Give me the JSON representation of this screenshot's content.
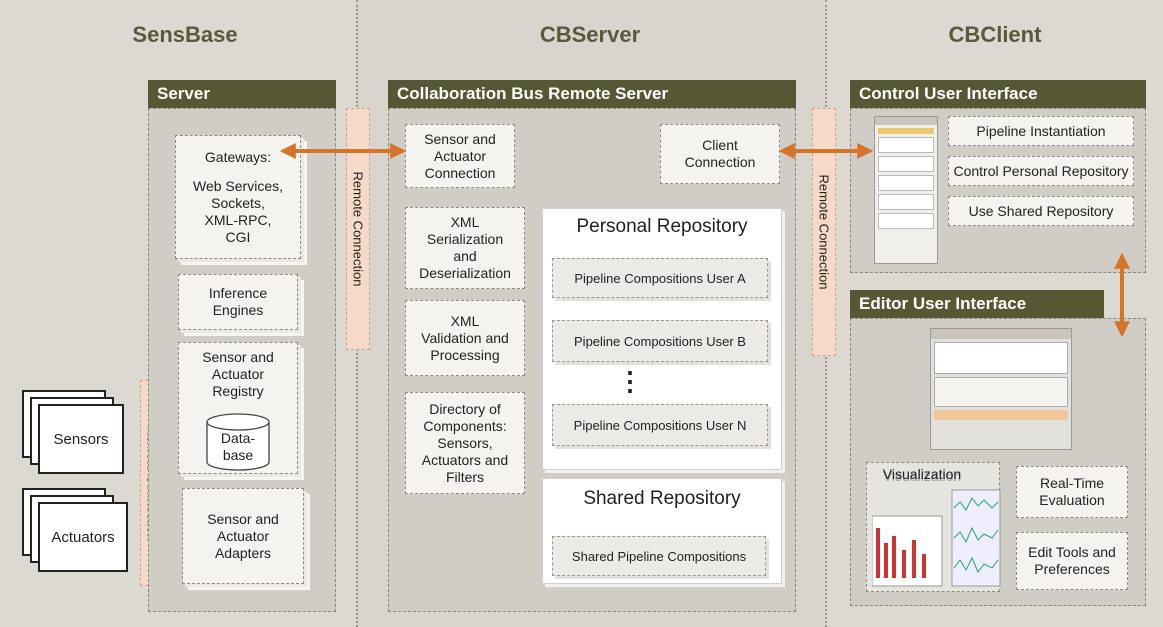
{
  "columns": {
    "sensbase": "SensBase",
    "cbserver": "CBServer",
    "cbclient": "CBClient"
  },
  "server": {
    "title": "Server",
    "gateways": [
      "Gateways:",
      "Web Services,",
      "Sockets,",
      "XML-RPC,",
      "CGI"
    ],
    "inference": [
      "Inference",
      "Engines"
    ],
    "registry": [
      "Sensor and",
      "Actuator",
      "Registry"
    ],
    "database": [
      "Data-",
      "base"
    ],
    "adapters": [
      "Sensor and",
      "Actuator",
      "Adapters"
    ]
  },
  "remote_connection": "Remote Connection",
  "devices": {
    "sensors": "Sensors",
    "actuators": "Actuators"
  },
  "cb_remote": {
    "title": "Collaboration Bus Remote Server",
    "sensor_conn": [
      "Sensor and",
      "Actuator",
      "Connection"
    ],
    "client_conn": [
      "Client",
      "Connection"
    ],
    "xml_serial": [
      "XML",
      "Serialization",
      "and",
      "Deserialization"
    ],
    "xml_valid": [
      "XML",
      "Validation and",
      "Processing"
    ],
    "directory": [
      "Directory of",
      "Components:",
      "Sensors,",
      "Actuators and",
      "Filters"
    ],
    "personal_repo": {
      "title": "Personal Repository",
      "items": [
        "Pipeline Compositions User A",
        "Pipeline Compositions User B",
        "Pipeline Compositions User N"
      ],
      "ellipsis": "⋮"
    },
    "shared_repo": {
      "title": "Shared Repository",
      "items": [
        "Shared Pipeline Compositions"
      ]
    }
  },
  "control_ui": {
    "title": "Control User Interface",
    "items": [
      "Pipeline Instantiation",
      "Control Personal Repository",
      "Use Shared Repository"
    ]
  },
  "editor_ui": {
    "title": "Editor User Interface",
    "visualization": "Visualization",
    "realtime": [
      "Real-Time",
      "Evaluation"
    ],
    "edittools": [
      "Edit Tools and",
      "Preferences"
    ]
  },
  "colors": {
    "header": "#565834",
    "arrow": "#d4752a",
    "remote_connection": "#f6d9c6",
    "column_bg": "#dcd9d3",
    "panel_bg": "#d0cdc6"
  }
}
